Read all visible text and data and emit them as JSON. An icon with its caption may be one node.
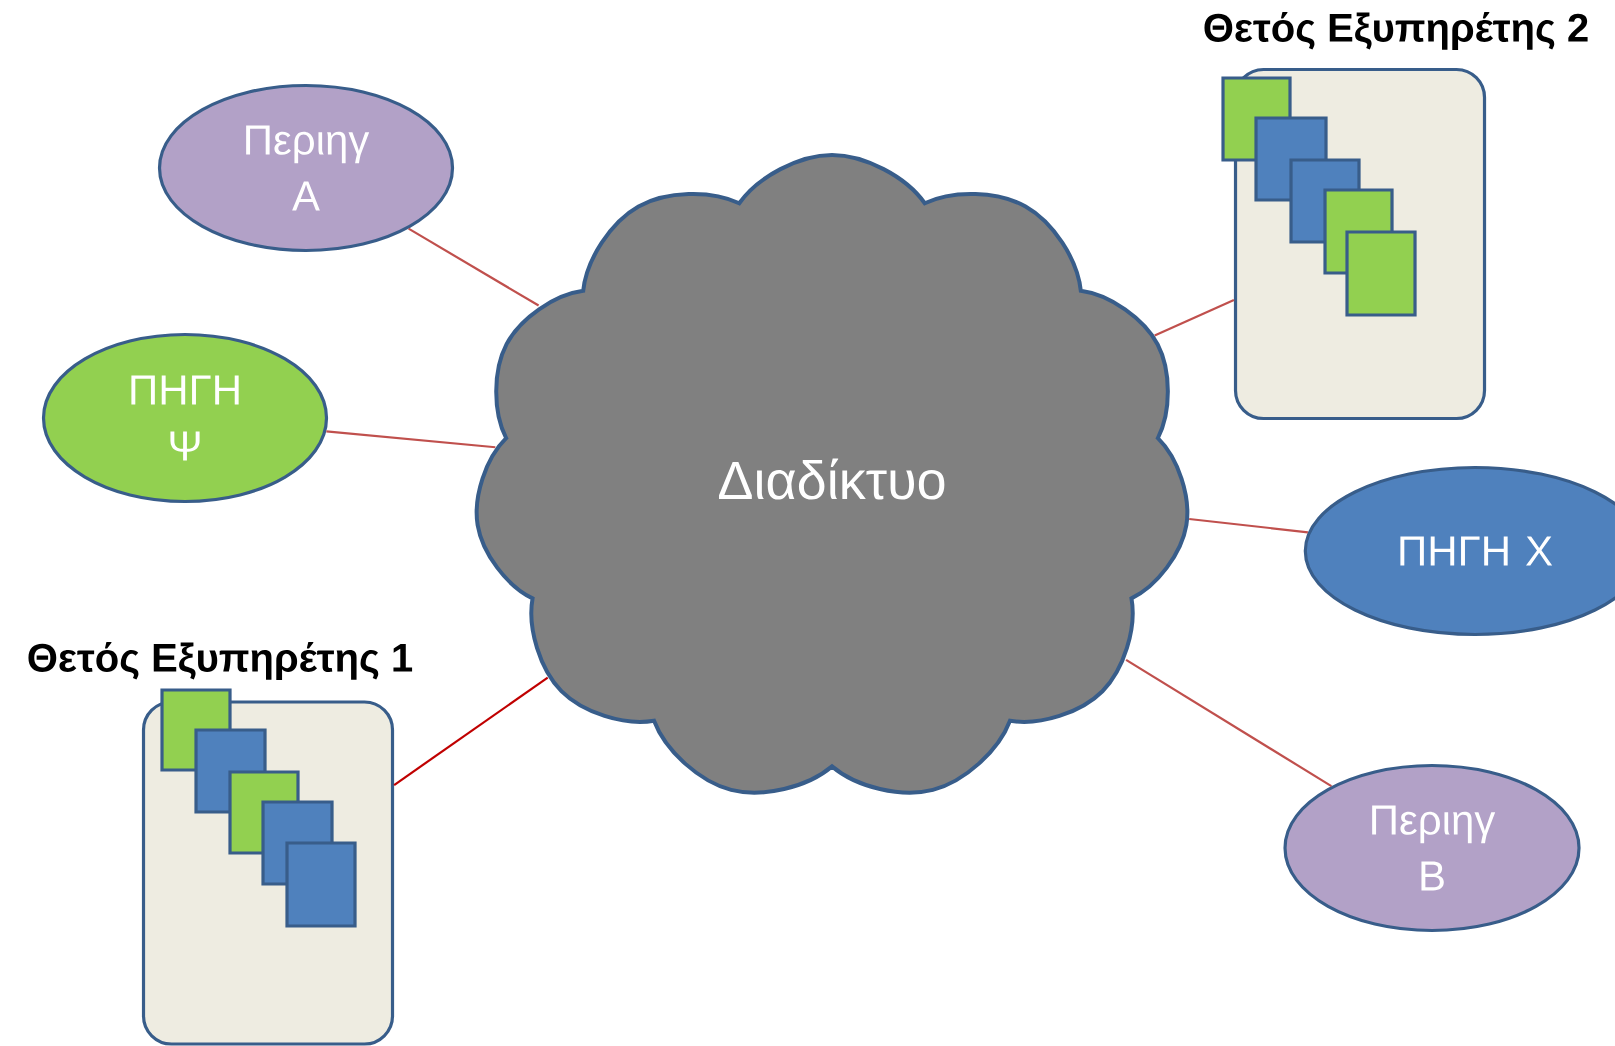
{
  "diagram": {
    "nodes": [
      {
        "text": [
          "Διαδίκτυο"
        ]
      },
      {
        "text": [
          "Περιηγ Α"
        ]
      },
      {
        "text": [
          "ΠΗΓΗ Ψ"
        ]
      },
      {
        "text": [
          "Θετός Εξυπηρέτης 1"
        ]
      },
      {
        "text": [
          "Θετός Εξυπηρέτης 2"
        ]
      },
      {
        "text": [
          "ΠΗΓΗ Χ"
        ]
      },
      {
        "text": [
          "Περιηγ Β"
        ]
      }
    ],
    "edges": [
      {
        "from": 1,
        "to": 0,
        "arrow": "none"
      },
      {
        "from": 2,
        "to": 0,
        "arrow": "none"
      },
      {
        "from": 3,
        "to": 0,
        "arrow": "none",
        "color": "#c00000"
      },
      {
        "from": 4,
        "to": 0,
        "arrow": "none"
      },
      {
        "from": 5,
        "to": 0,
        "arrow": "none"
      },
      {
        "from": 6,
        "to": 0,
        "arrow": "none"
      }
    ]
  }
}
